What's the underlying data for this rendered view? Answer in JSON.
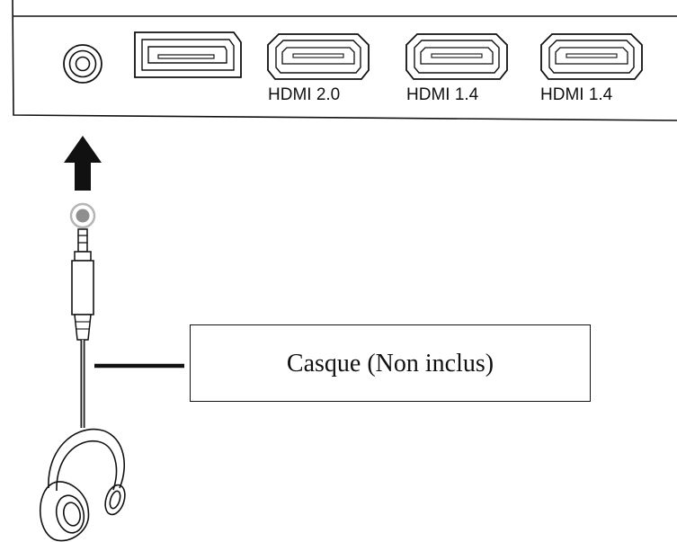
{
  "ports": [
    {
      "label": "HDMI 2.0"
    },
    {
      "label": "HDMI 1.4"
    },
    {
      "label": "HDMI 1.4"
    }
  ],
  "callout": {
    "text": "Casque (Non inclus)"
  },
  "icons": {
    "audio_jack": "audio-jack-port-icon",
    "displayport": "displayport-port-icon",
    "hdmi": "hdmi-port-icon",
    "arrow": "arrow-up-icon",
    "plug": "audio-plug-icon",
    "headphones": "headphones-icon"
  },
  "colors": {
    "line": "#111111",
    "plug_ring": "#9a9a9a",
    "cable": "#b0b0b0"
  }
}
